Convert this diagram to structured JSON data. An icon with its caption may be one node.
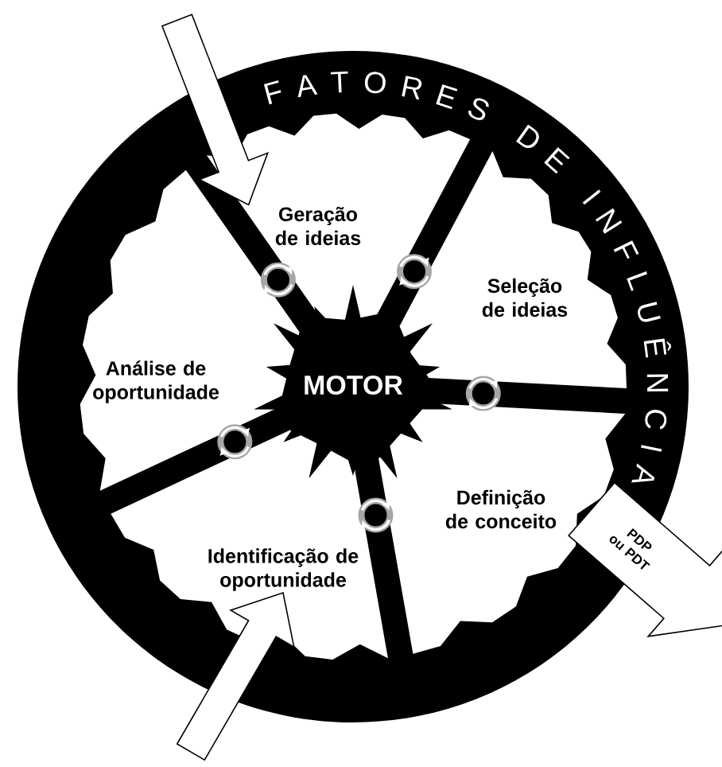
{
  "diagram": {
    "nodes": [
      {
        "text": [
          "FATORES DE INFLUÊNCIA"
        ]
      },
      {
        "text": [
          "Geração de ideias"
        ],
        "in": 0
      },
      {
        "text": [
          "Seleção de ideias"
        ],
        "in": 0
      },
      {
        "text": [
          "Análise de oportunidade"
        ],
        "in": 0
      },
      {
        "text": [
          "MOTOR"
        ],
        "in": 0
      },
      {
        "text": [
          "Definição de conceito"
        ],
        "in": 0
      },
      {
        "text": [
          "Identificação de oportunidade"
        ],
        "in": 0
      },
      {
        "text": [
          "PDP ou PDT"
        ]
      }
    ],
    "edges": [
      {
        "from": null,
        "to": 1,
        "arrow": "to"
      },
      {
        "from": null,
        "to": 6,
        "arrow": "to"
      }
    ]
  }
}
